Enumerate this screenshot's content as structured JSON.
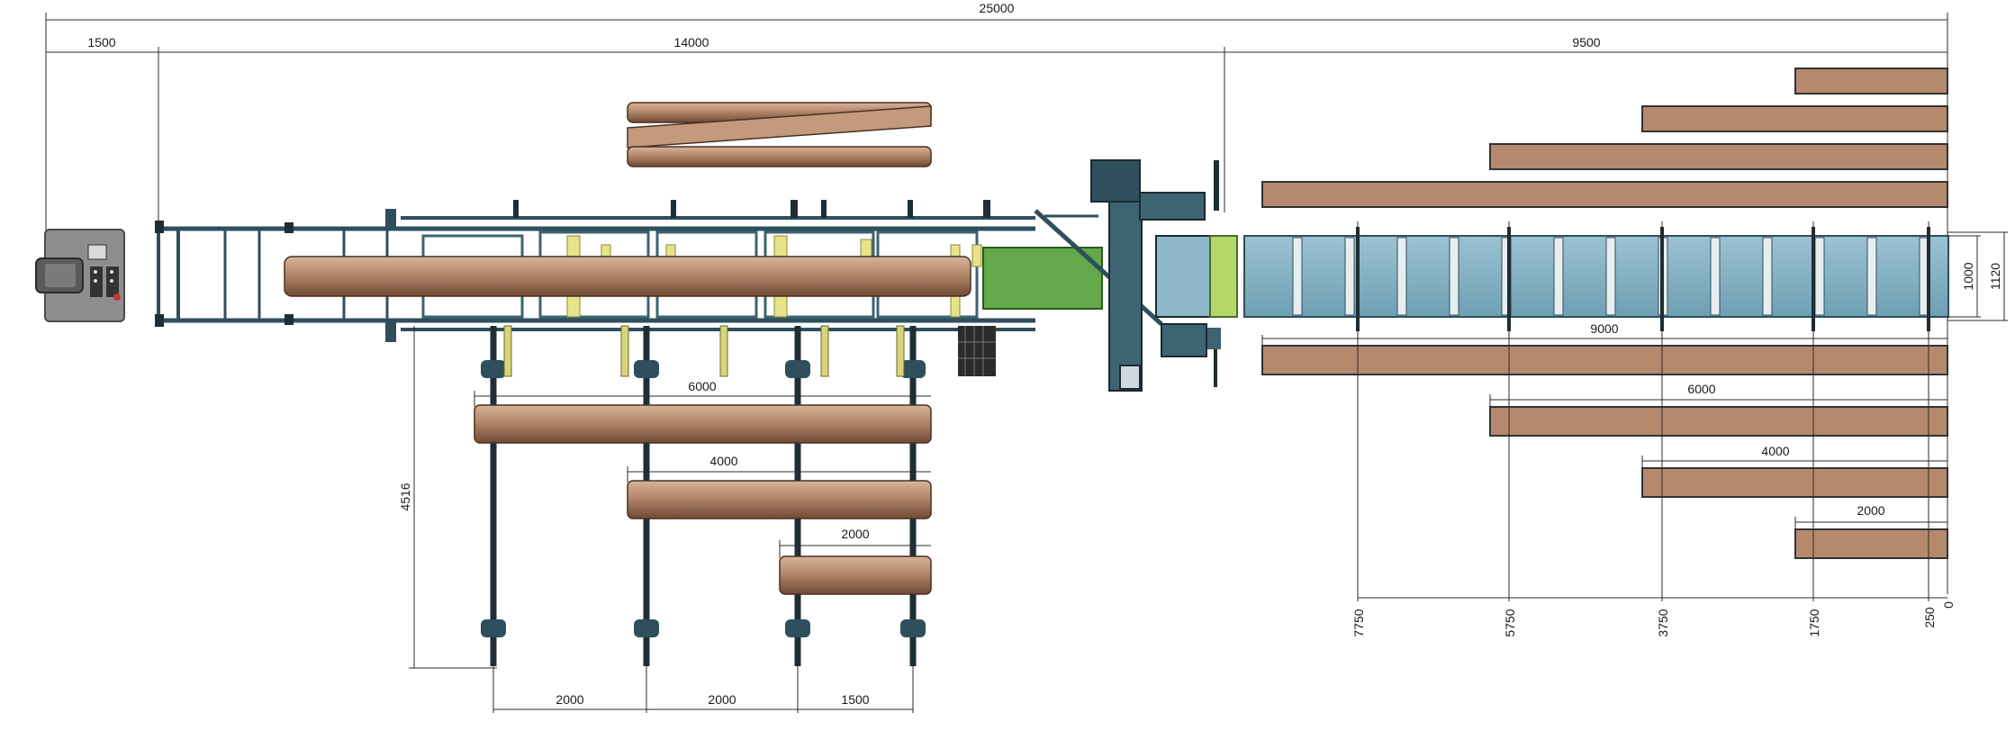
{
  "drawing": {
    "overall_length": "25000",
    "segment_left": "1500",
    "segment_middle": "14000",
    "segment_right": "9500",
    "rack_heights": [
      "1000",
      "1120"
    ],
    "conveyor_length": "9000",
    "right_lengths": [
      "6000",
      "4000",
      "2000"
    ],
    "left_lengths": [
      "6000",
      "4000",
      "2000"
    ],
    "arm_offset": "4516",
    "arm_spacing": [
      "2000",
      "2000",
      "1500"
    ],
    "stop_positions": [
      "7750",
      "5750",
      "3750",
      "1750",
      "250",
      "0"
    ]
  },
  "colors": {
    "pipe": "#b5896d",
    "frame": "#2f4f5c",
    "conveyor": "#7faebf",
    "cart": "#63a84a",
    "panel": "#8e8e8e"
  }
}
